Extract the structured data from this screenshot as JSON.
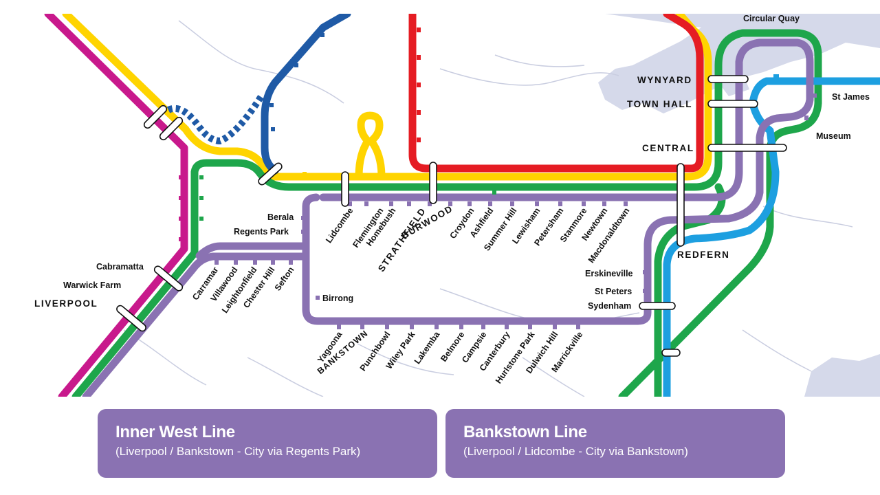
{
  "colors": {
    "inner_west_line": "#8a72b2",
    "bankstown_line": "#8a72b2",
    "red_line": "#e51c23",
    "yellow_line": "#ffd400",
    "green_line": "#1ea64b",
    "magenta_line": "#c8198c",
    "blue_line": "#1f5aa6",
    "light_blue_line": "#1d9fe0",
    "water": "#d5d9ea"
  },
  "stations": {
    "circular_quay": "Circular Quay",
    "wynyard": "WYNYARD",
    "town_hall": "TOWN HALL",
    "st_james": "St James",
    "museum": "Museum",
    "central": "CENTRAL",
    "redfern": "REDFERN",
    "erskineville": "Erskineville",
    "st_peters": "St Peters",
    "sydenham": "Sydenham",
    "berala": "Berala",
    "regents_park": "Regents Park",
    "birrong": "Birrong",
    "cabramatta": "Cabramatta",
    "warwick_farm": "Warwick Farm",
    "liverpool": "LIVERPOOL",
    "lidcombe": "Lidcombe",
    "flemington": "Flemington",
    "homebush": "Homebush",
    "strathfield": "STRATHFIELD",
    "burwood": "BURWOOD",
    "croydon": "Croydon",
    "ashfield": "Ashfield",
    "summer_hill": "Summer Hill",
    "lewisham": "Lewisham",
    "petersham": "Petersham",
    "stanmore": "Stanmore",
    "newtown": "Newtown",
    "macdonaldtown": "Macdonaldtown",
    "carramar": "Carramar",
    "villawood": "Villawood",
    "leightonfield": "Leightonfield",
    "chester_hill": "Chester Hill",
    "sefton": "Sefton",
    "yagoona": "Yagoona",
    "bankstown": "BANKSTOWN",
    "punchbowl": "Punchbowl",
    "wiley_park": "Wiley Park",
    "lakemba": "Lakemba",
    "belmore": "Belmore",
    "campsie": "Campsie",
    "canterbury": "Canterbury",
    "hurlstone_park": "Hurlstone Park",
    "dulwich_hill": "Dulwich Hill",
    "marrickville": "Marrickville"
  },
  "legend": {
    "inner_west": {
      "title": "Inner West Line",
      "subtitle": "(Liverpool / Bankstown - City via Regents Park)"
    },
    "bankstown": {
      "title": "Bankstown Line",
      "subtitle": "(Liverpool / Lidcombe - City via Bankstown)"
    }
  }
}
